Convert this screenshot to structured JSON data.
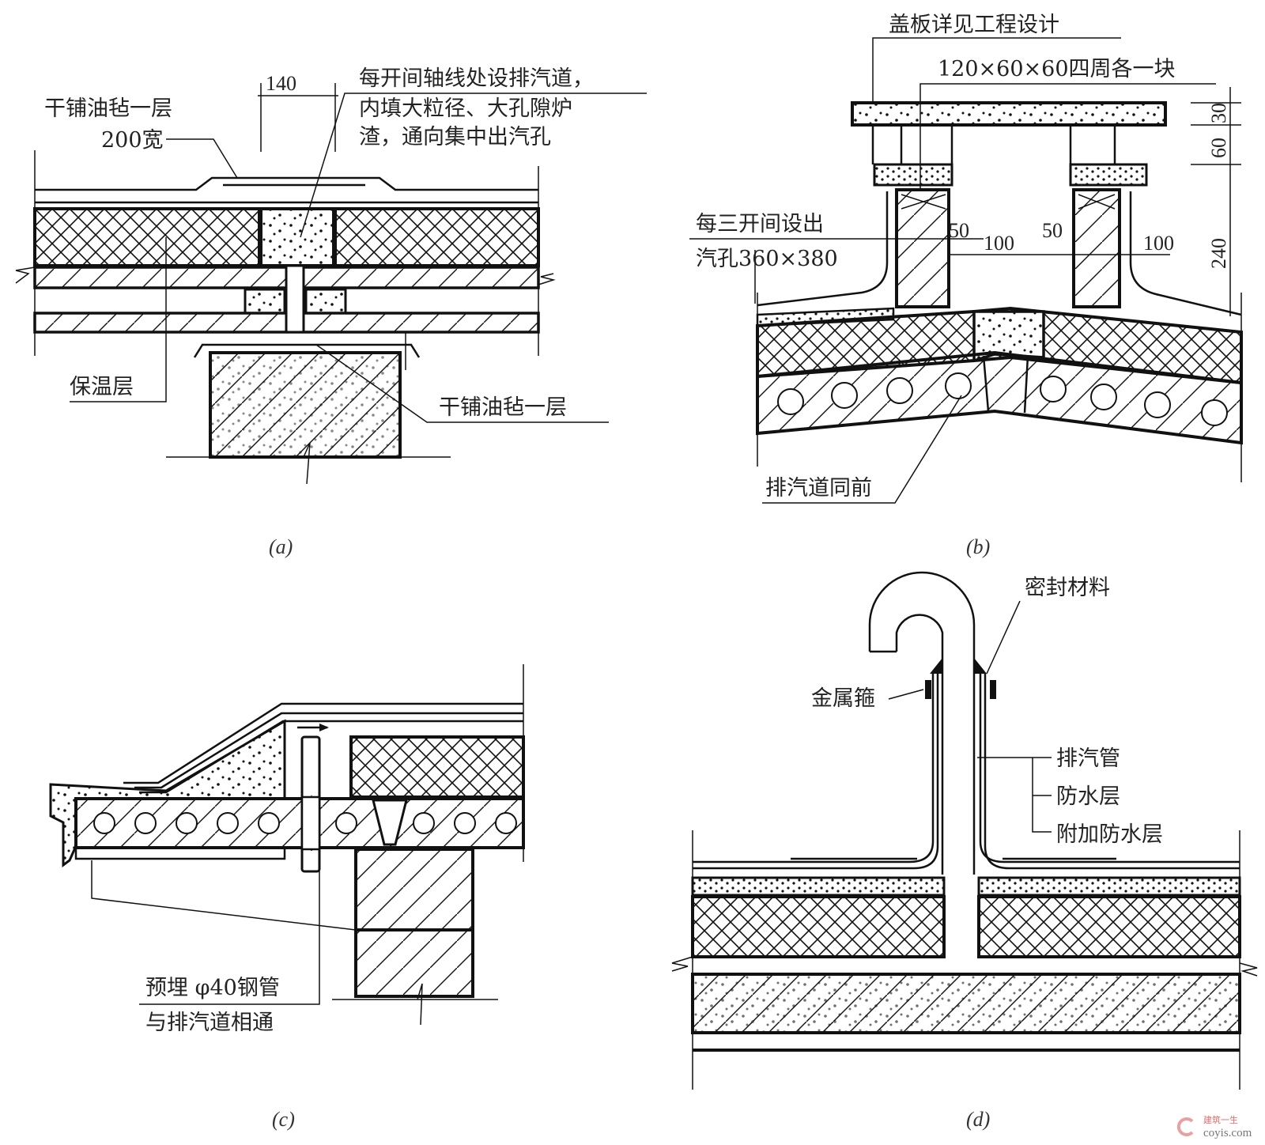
{
  "figure": {
    "panels": [
      {
        "id": "a",
        "caption": "(a)",
        "labels": {
          "felt_top": "干铺油毡一层",
          "felt_width": "200宽",
          "dim_140": "140",
          "vent_note_1": "每开间轴线处设排汽道，",
          "vent_note_2": "内填大粒径、大孔隙炉",
          "vent_note_3": "渣，通向集中出汽孔",
          "insulation": "保温层",
          "felt_bottom": "干铺油毡一层"
        }
      },
      {
        "id": "b",
        "caption": "(b)",
        "labels": {
          "cover_note": "盖板详见工程设计",
          "block_note": "120×60×60四周各一块",
          "outlet_note_1": "每三开间设出",
          "outlet_note_2": "汽孔360×380",
          "dim_30": "30",
          "dim_60": "60",
          "dim_240": "240",
          "dim_50_left": "50",
          "dim_100_left": "100",
          "dim_50_right": "50",
          "dim_100_right": "100",
          "vent_same": "排汽道同前"
        }
      },
      {
        "id": "c",
        "caption": "(c)",
        "labels": {
          "pipe_note_1": "预埋 φ40钢管",
          "pipe_note_2": "与排汽道相通"
        }
      },
      {
        "id": "d",
        "caption": "(d)",
        "labels": {
          "sealant": "密封材料",
          "metal_hoop": "金属箍",
          "vent_pipe": "排汽管",
          "waterproof": "防水层",
          "extra_waterproof": "附加防水层"
        }
      }
    ],
    "watermark": {
      "cn": "建筑一生",
      "en": "coyis.com",
      "color": "#e06b6b"
    }
  }
}
